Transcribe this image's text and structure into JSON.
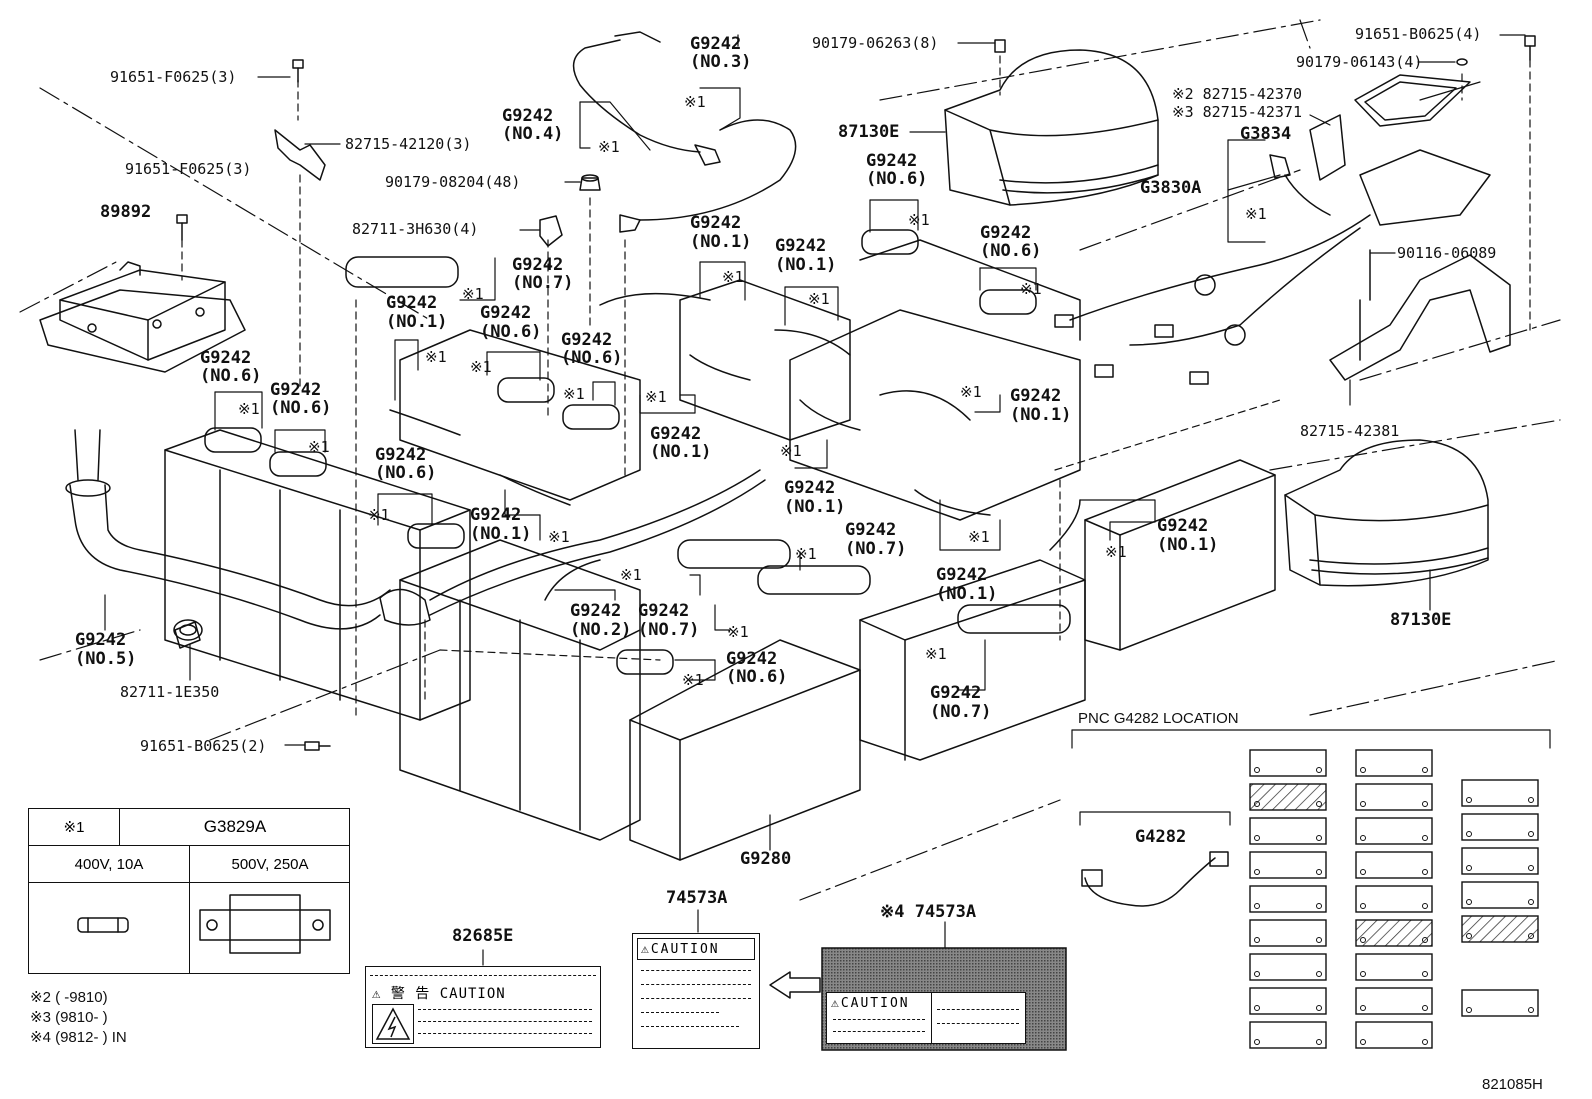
{
  "figure_code": "821085H",
  "parts": {
    "bolt_f0625_top": "91651-F0625(3)",
    "bolt_f0625_mid": "91651-F0625(3)",
    "bracket_42120": "82715-42120(3)",
    "nut_08204": "90179-08204(48)",
    "clip_3h630": "82711-3H630(4)",
    "ecu": "89892",
    "nut_06263": "90179-06263(8)",
    "cover_left": "87130E",
    "cover_right": "87130E",
    "bolt_b0625_top": "91651-B0625(4)",
    "nut_06143": "90179-06143(4)",
    "wire_42370": "※2 82715-42370",
    "wire_42371": "※3 82715-42371",
    "plug_g3834": "G3834",
    "plug_g3830a": "G3830A",
    "pin_06089": "90116-06089",
    "bracket_42381": "82715-42381",
    "clamp_1e350": "82711-1E350",
    "bolt_b0625_bottom": "91651-B0625(2)",
    "battery_g9280": "G9280",
    "label_82685e": "82685E",
    "label_74573a": "74573A",
    "label_74573a_alt": "※4 74573A",
    "g4282": "G4282",
    "pnc_location": "PNC G4282 LOCATION"
  },
  "g9242": {
    "part": "G9242",
    "no1": "(NO.1)",
    "no2": "(NO.2)",
    "no3": "(NO.3)",
    "no4": "(NO.4)",
    "no5": "(NO.5)",
    "no6": "(NO.6)",
    "no7": "(NO.7)",
    "mark1": "※1"
  },
  "fuse_table": {
    "mark": "※1",
    "part": "G3829A",
    "spec_left": "400V, 10A",
    "spec_right": "500V, 250A"
  },
  "notes": {
    "n2": "※2 (        -9810)",
    "n3": "※3 (9810-        )",
    "n4": "※4 (9812-        ) IN"
  },
  "caution_labels": {
    "jp_caution": "⚠  警 告   CAUTION",
    "caution": "⚠CAUTION"
  }
}
